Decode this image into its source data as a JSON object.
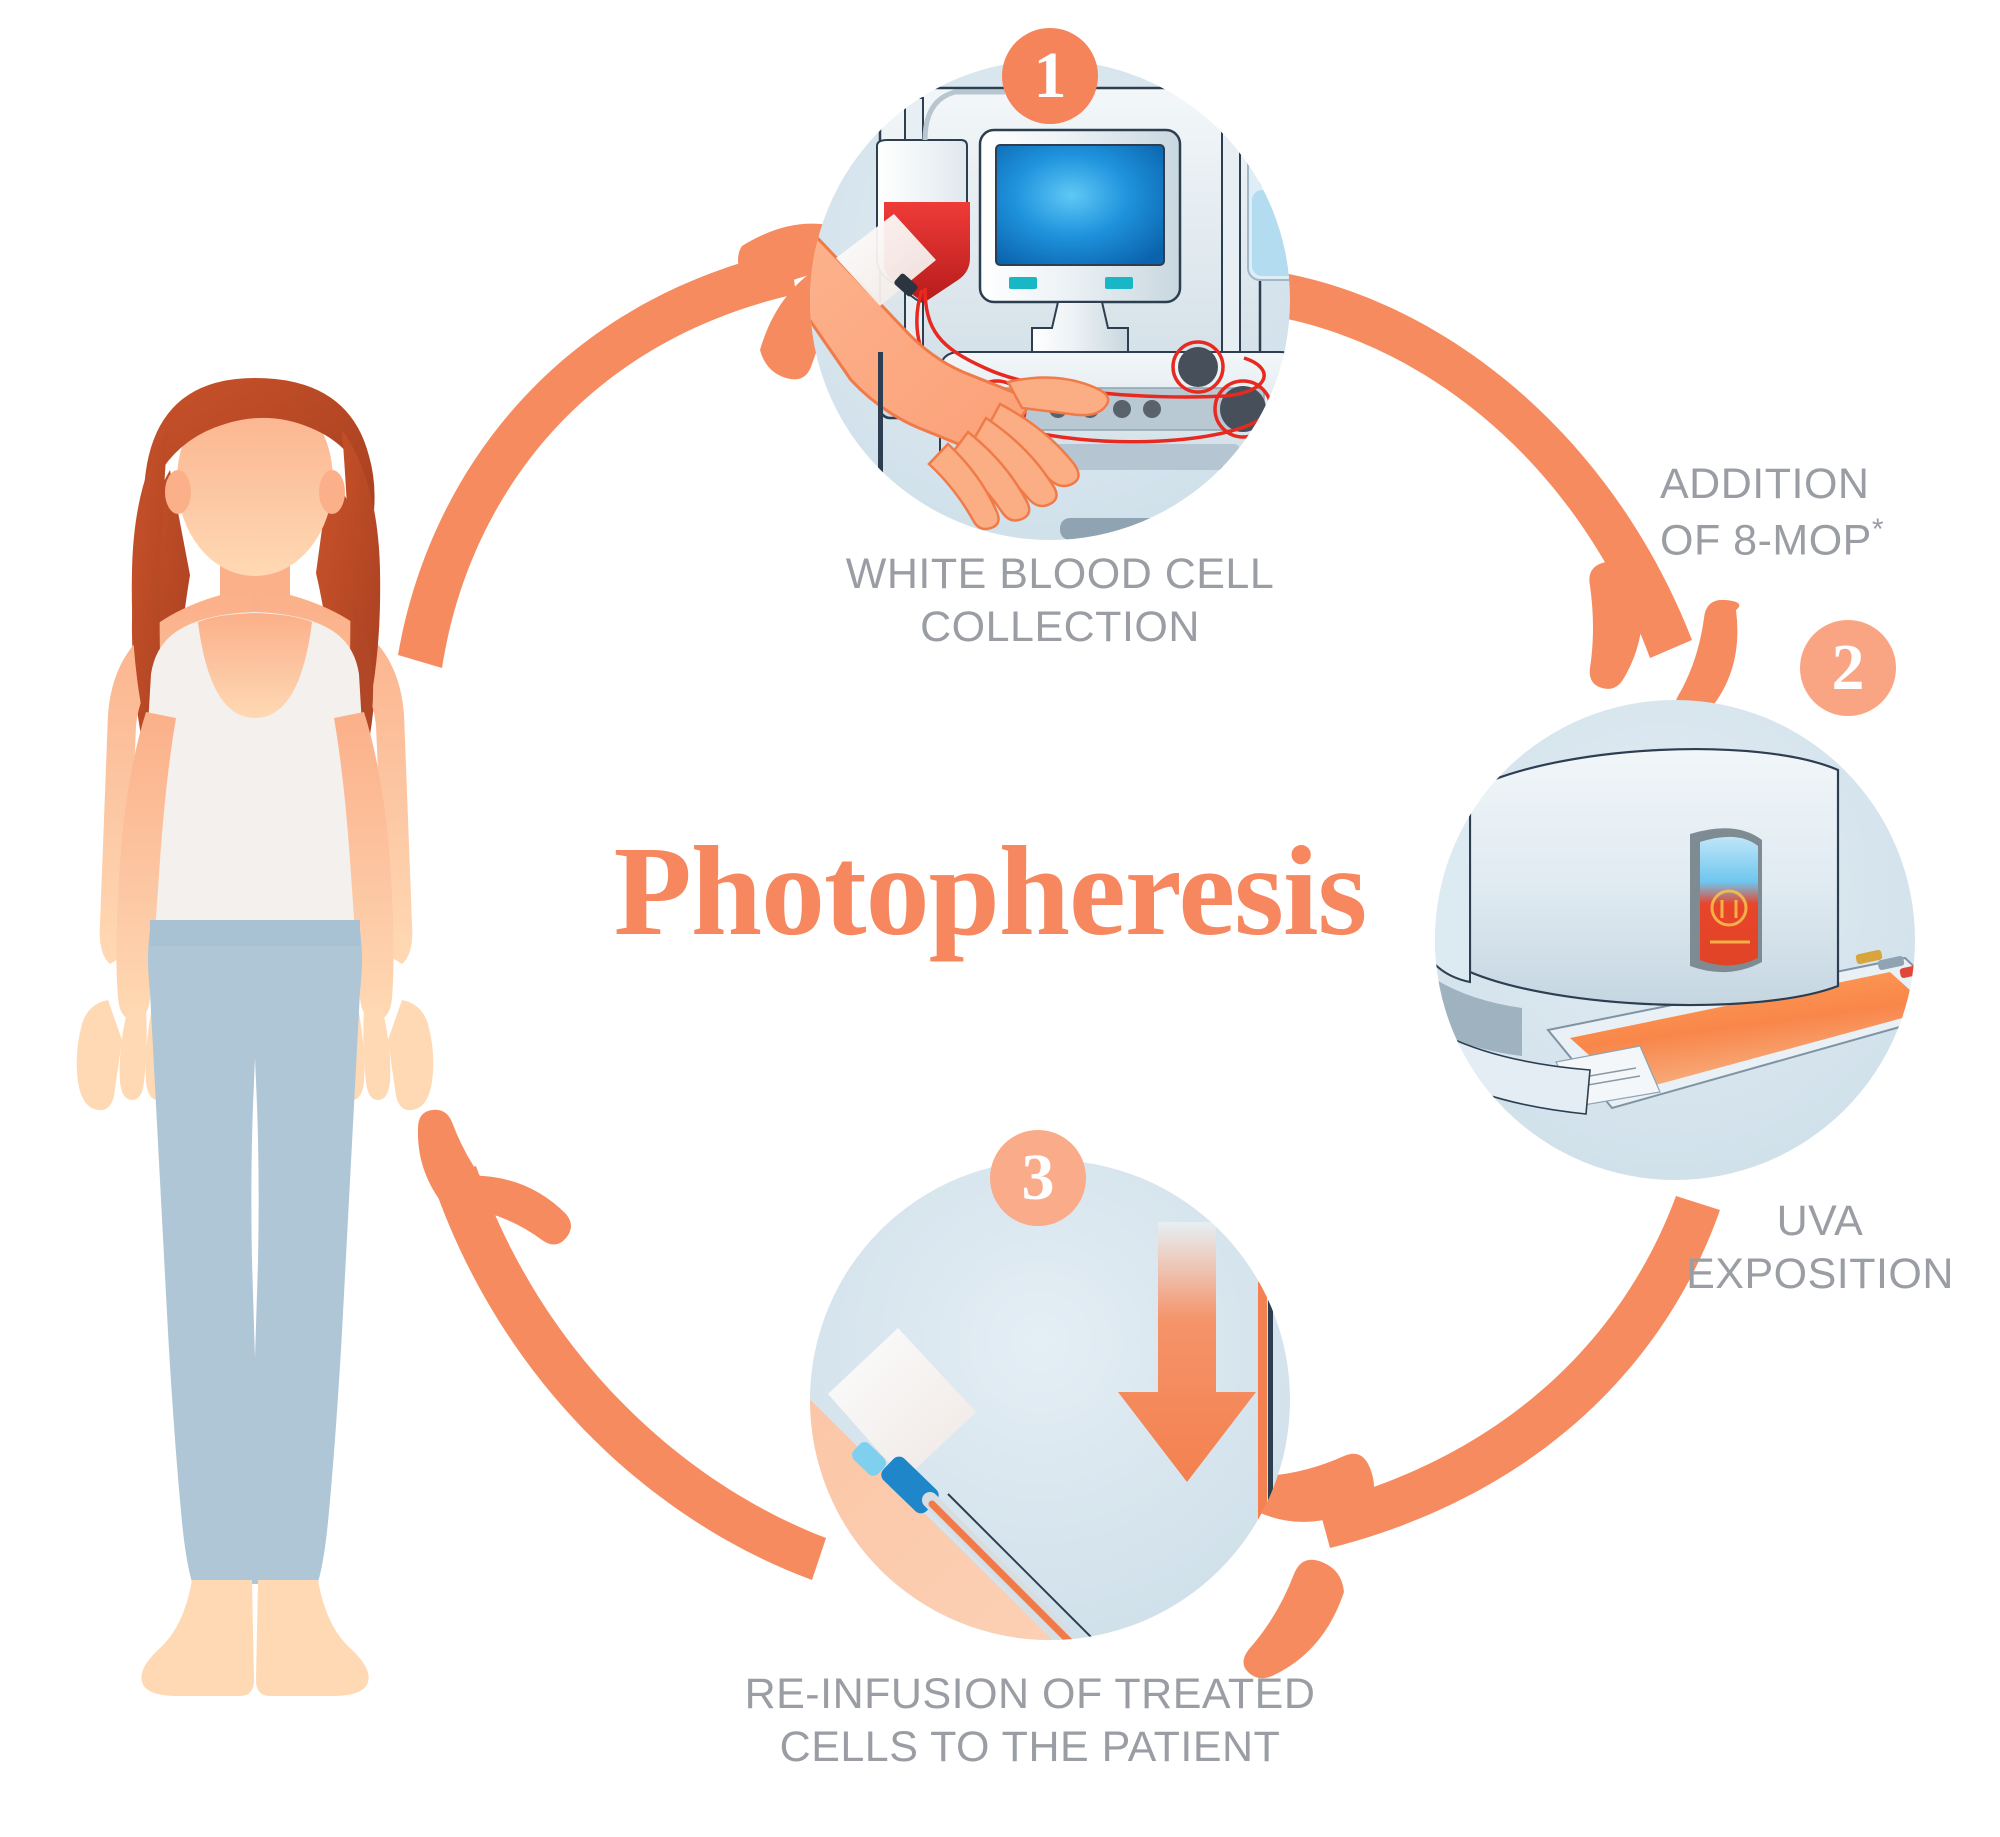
{
  "title": "Photopheresis",
  "theme": {
    "accent": "#F6875F",
    "accent_light": "#F9A583",
    "label_gray": "#9a9ea4",
    "circle_bg": "#d6e3ec",
    "skin": "#FBBF96",
    "hair": "#C0502A",
    "top": "#F4F0EE",
    "pants": "#AFC6D6",
    "screen_blue": "#1E8FDA",
    "blood_red": "#E53935"
  },
  "steps": [
    {
      "number": "1",
      "badge_color": "#F5845B",
      "label": "WHITE BLOOD CELL\nCOLLECTION",
      "illustration": "apheresis-machine"
    },
    {
      "number": "2",
      "badge_color": "#F9A583",
      "label": "UVA\nEXPOSITION",
      "illustration": "uva-irradiation-device"
    },
    {
      "number": "3",
      "badge_color": "#F9AB8A",
      "label": "RE-INFUSION OF TREATED\nCELLS TO THE PATIENT",
      "illustration": "iv-reinfusion-arm"
    }
  ],
  "annotations": {
    "mop_line1": "ADDITION",
    "mop_line2": "OF 8-MOP",
    "mop_asterisk": "*"
  },
  "patient": {
    "name": "female patient figure"
  }
}
